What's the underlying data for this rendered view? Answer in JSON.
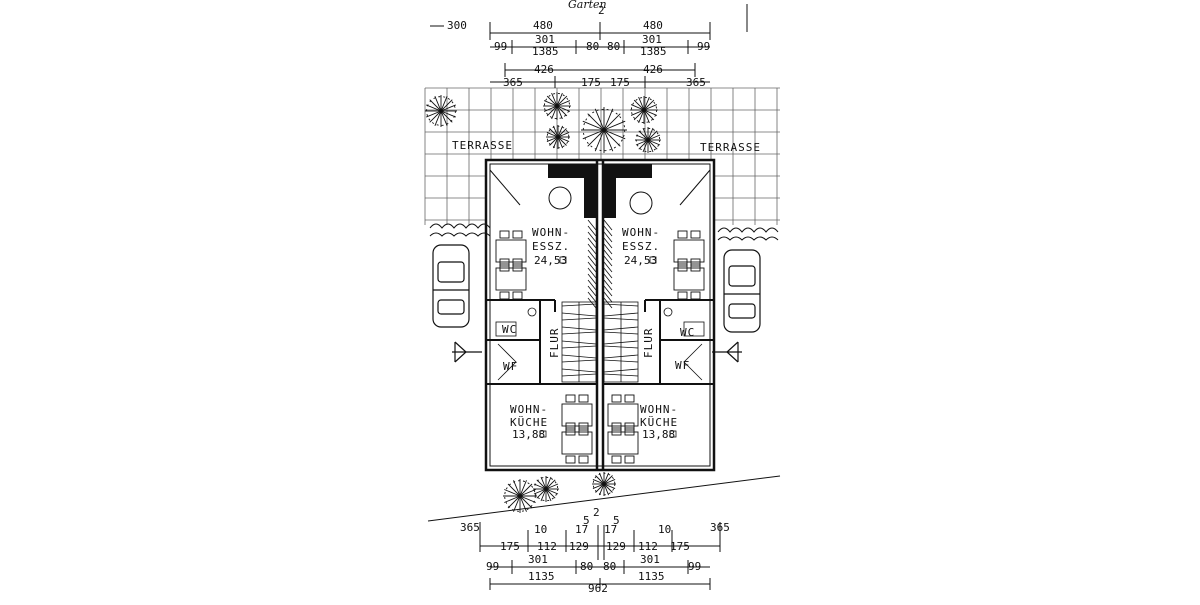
{
  "plan": {
    "garden_note": "Garten",
    "top_dims": {
      "left_offset": "300",
      "row1": [
        "480",
        "480"
      ],
      "row2_left": [
        "99",
        "301",
        "1385",
        "80"
      ],
      "row2_right": [
        "80",
        "301",
        "1385",
        "99"
      ],
      "row3": [
        "426",
        "426"
      ],
      "row4": [
        "365",
        "175",
        "175",
        "365"
      ],
      "center_mark": "2"
    },
    "terrace_left": "TERRASSE",
    "terrace_right": "TERRASSE",
    "units": [
      {
        "living": "WOHN-",
        "living2": "ESSZ.",
        "living_area": "24,53",
        "wc": "WC",
        "wf": "WF",
        "hall": "FLUR",
        "kitchen": "WOHN-",
        "kitchen2": "KÜCHE",
        "kitchen_area": "13,88"
      },
      {
        "living": "WOHN-",
        "living2": "ESSZ.",
        "living_area": "24,53",
        "wc": "WC",
        "wf": "WF",
        "hall": "FLUR",
        "kitchen": "WOHN-",
        "kitchen2": "KÜCHE",
        "kitchen_area": "13,88"
      }
    ],
    "bottom_dims": {
      "row0": [
        "365",
        "5",
        "2",
        "5",
        "365"
      ],
      "row1": [
        "10",
        "17",
        "17",
        "10"
      ],
      "row2": [
        "175",
        "112",
        "129",
        "129",
        "112",
        "175"
      ],
      "row3": [
        "99",
        "301",
        "80",
        "80",
        "301",
        "99"
      ],
      "row4": [
        "1135",
        "1135"
      ],
      "total": "962"
    }
  }
}
